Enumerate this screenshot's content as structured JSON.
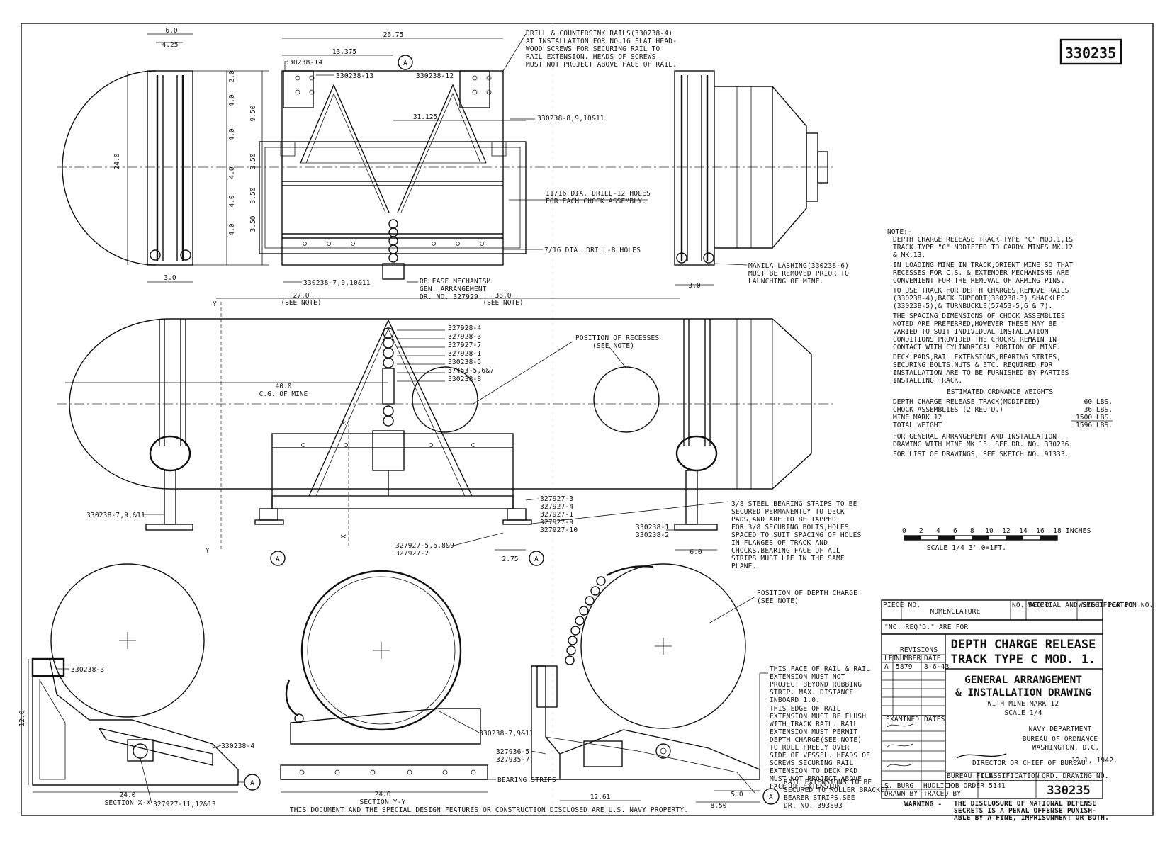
{
  "drawing_number": "330235",
  "top_view": {
    "dims": {
      "width_6": "6.0",
      "width_425": "4.25",
      "width_2675": "26.75",
      "width_13375": "13.375",
      "width_31125": "31.125",
      "height_24": "24.0",
      "bottom_3": "3.0",
      "bottom_3b": "3.0",
      "h_260": "2.0",
      "h_40a": "4.0",
      "h_40b": "4.0",
      "h_40c": "4.0",
      "h_40d": "4.0",
      "h_40e": "4.0",
      "h_950": "9.50",
      "h_350a": "3.50",
      "h_350b": "3.50",
      "h_350c": "3.50",
      "d27": "27.0",
      "d27n": "(SEE NOTE)",
      "d38": "38.0",
      "d38n": "(SEE NOTE)"
    },
    "labels": {
      "l14": "330238-14",
      "l13": "330238-13",
      "l12": "330238-12",
      "l891011": "330238-8,9,10&11",
      "l791011": "330238-7,9,10&11",
      "circle_a": "A",
      "drill1": "DRILL & COUNTERSINK RAILS(330238-4)",
      "drill2": "AT INSTALLATION FOR NO.16 FLAT HEAD-",
      "drill3": "WOOD SCREWS FOR SECURING RAIL TO",
      "drill4": "RAIL EXTENSION. HEADS OF SCREWS",
      "drill5": "MUST NOT PROJECT ABOVE FACE OF RAIL.",
      "holes12a": "11/16 DIA. DRILL-12 HOLES",
      "holes12b": "FOR EACH CHOCK ASSEMBLY.",
      "holes8": "7/16 DIA. DRILL-8 HOLES",
      "rel1": "RELEASE MECHANISM",
      "rel2": "GEN. ARRANGEMENT",
      "rel3": "DR. NO. 327929.",
      "manila1": "MANILA LASHING(330238-6)",
      "manila2": "MUST BE REMOVED PRIOR TO",
      "manila3": "LAUNCHING OF MINE."
    }
  },
  "side_view": {
    "dims": {
      "d40": "40.0",
      "cg": "C.G. OF MINE",
      "d275": "2.75",
      "d6": "6.0",
      "y": "Y",
      "x": "X"
    },
    "parts": [
      "327928-4",
      "327928-3",
      "327927-7",
      "327928-1",
      "330238-5",
      "57453-5,6&7",
      "330238-8"
    ],
    "parts2": [
      "327927-3",
      "327927-4",
      "327927-1",
      "327927-9",
      "327927-10"
    ],
    "left_part": "330238-7,9,&11",
    "bottom_part1": "327927-5,6,8&9",
    "bottom_part2": "327927-2",
    "right_part1": "330238-1",
    "right_part2": "330238-2",
    "recess1": "POSITION OF RECESSES",
    "recess2": "(SEE NOTE)",
    "strip": [
      "3/8 STEEL BEARING STRIPS TO BE",
      "SECURED PERMANENTLY TO DECK",
      "PADS,AND ARE TO BE TAPPED",
      "FOR 3/8 SECURING BOLTS,HOLES",
      "SPACED TO SUIT SPACING OF HOLES",
      "IN FLANGES OF TRACK AND",
      "CHOCKS.BEARING FACE OF ALL",
      "STRIPS MUST LIE IN THE SAME",
      "PLANE."
    ]
  },
  "notes": {
    "heading": "NOTE:-",
    "p1": [
      "DEPTH CHARGE RELEASE TRACK TYPE \"C\" MOD.1,IS",
      "TRACK TYPE \"C\" MODIFIED TO CARRY MINES MK.12",
      "& MK.13."
    ],
    "p2": [
      "IN LOADING MINE IN TRACK,ORIENT MINE SO THAT",
      "RECESSES FOR C.S. & EXTENDER MECHANISMS ARE",
      "CONVENIENT FOR THE REMOVAL OF ARMING PINS."
    ],
    "p3": [
      "TO USE TRACK FOR DEPTH CHARGES,REMOVE RAILS",
      "(330238-4),BACK SUPPORT(330238-3),SHACKLES",
      "(330238-5),& TURNBUCKLE(57453-5,6 & 7)."
    ],
    "p4": [
      "THE SPACING DIMENSIONS OF CHOCK ASSEMBLIES",
      "NOTED ARE PREFERRED,HOWEVER THESE MAY BE",
      "VARIED TO SUIT INDIVIDUAL INSTALLATION",
      "CONDITIONS PROVIDED THE CHOCKS REMAIN IN",
      "CONTACT WITH CYLINDRICAL PORTION OF MINE."
    ],
    "p5": [
      "DECK PADS,RAIL EXTENSIONS,BEARING STRIPS,",
      "SECURING BOLTS,NUTS & ETC. REQUIRED FOR",
      "INSTALLATION ARE TO BE FURNISHED BY PARTIES",
      "INSTALLING TRACK."
    ],
    "weights_title": "ESTIMATED ORDNANCE WEIGHTS",
    "weights": [
      {
        "item": "DEPTH CHARGE RELEASE TRACK(MODIFIED)",
        "value": "60 LBS."
      },
      {
        "item": "CHOCK ASSEMBLIES (2 REQ'D.)",
        "value": "36 LBS."
      },
      {
        "item": "MINE MARK 12",
        "value": "1500 LBS."
      },
      {
        "item": "TOTAL WEIGHT",
        "value": "1596 LBS."
      }
    ],
    "p6": [
      "FOR GENERAL ARRANGEMENT AND INSTALLATION",
      "DRAWING WITH MINE MK.13, SEE DR. NO. 330236."
    ],
    "p7": "FOR LIST OF DRAWINGS, SEE SKETCH NO. 91333."
  },
  "scale_bar": {
    "ticks": [
      "0",
      "2",
      "4",
      "6",
      "8",
      "10",
      "12",
      "14",
      "16",
      "18"
    ],
    "unit": "INCHES",
    "caption": "SCALE 1/4 3'.0=1FT."
  },
  "sections": {
    "xx": {
      "label": "SECTION X-X",
      "dim24": "24.0",
      "dim12": "12.0",
      "p3": "330238-3",
      "p4": "330238-4",
      "p1113": "327927-11,12&13",
      "circle": "A"
    },
    "yy": {
      "label": "SECTION Y-Y",
      "dim24": "24.0",
      "p7911": "330238-7,9&11",
      "bearing": "BEARING STRIPS"
    },
    "end": {
      "pos1": "POSITION OF DEPTH CHARGE",
      "pos2": "(SEE NOTE)",
      "p5": "327936-5",
      "p7": "327935-7",
      "d1261": "12.61",
      "d5": "5.0",
      "d850": "8.50",
      "circle": "A",
      "face": [
        "THIS FACE OF RAIL & RAIL",
        "EXTENSION MUST NOT",
        "PROJECT BEYOND RUBBING",
        "STRIP. MAX. DISTANCE",
        "INBOARD 1.0."
      ],
      "edge": [
        "THIS EDGE OF RAIL",
        "EXTENSION MUST BE FLUSH",
        "WITH TRACK RAIL. RAIL",
        "EXTENSION MUST PERMIT",
        "DEPTH CHARGE(SEE NOTE)",
        "TO ROLL FREELY OVER",
        "SIDE OF VESSEL. HEADS OF",
        "SCREWS SECURING RAIL",
        "EXTENSION TO DECK PAD",
        "MUST NOT PROJECT ABOVE",
        "FACE OF EXTENSION."
      ],
      "ext": [
        "RAIL EXTENSIONS TO BE",
        "SECURED TO ROLLER BRACKET",
        "BEARER STRIPS,SEE",
        "DR. NO. 393803"
      ]
    }
  },
  "title_block": {
    "hdr_piece": "PIECE NO.",
    "hdr_nom": "NOMENCLATURE",
    "hdr_no": "NO. REQ'D.",
    "hdr_mat": "MATERIAL AND SPECIFICATION NO.",
    "hdr_wt": "WEIGHT PER PC.",
    "req": "\"NO. REQ'D.\" ARE FOR",
    "revisions": "REVISIONS",
    "rev_hdr": [
      "LET.",
      "NUMBER",
      "DATE"
    ],
    "rev_row": [
      "A",
      "5879",
      "8-6-43"
    ],
    "title1": "DEPTH CHARGE RELEASE",
    "title2": "TRACK TYPE C MOD. 1.",
    "sub1": "GENERAL ARRANGEMENT",
    "sub2": "& INSTALLATION DRAWING",
    "with": "WITH MINE MARK 12",
    "scale": "SCALE 1/4",
    "navy": "NAVY DEPARTMENT",
    "bureau": "BUREAU OF ORDNANCE",
    "wash": "WASHINGTON, D.C.",
    "date": "12-1, 1942.",
    "sig_caption": "DIRECTOR OR CHIEF OF BUREAU",
    "examined": "EXAMINED",
    "dates_hdr": "DATES",
    "drawn": "DRAWN BY",
    "traced": "TRACED BY",
    "drawn_by": "S. BURG",
    "traced_by": "HUDLICH",
    "job": "JOB ORDER 5141",
    "bureau_file": "BUREAU FILE",
    "classification": "CLASSIFICATION",
    "ord_dwg": "ORD. DRAWING NO.",
    "number": "330235",
    "warning": "WARNING -",
    "warn1": "THE DISCLOSURE OF NATIONAL DEFENSE",
    "warn2": "SECRETS IS A PENAL OFFENSE PUNISH-",
    "warn3": "ABLE BY A FINE, IMPRISONMENT OR BOTH."
  },
  "footer": "THIS DOCUMENT AND THE SPECIAL DESIGN FEATURES OR CONSTRUCTION DISCLOSED ARE U.S. NAVY PROPERTY."
}
